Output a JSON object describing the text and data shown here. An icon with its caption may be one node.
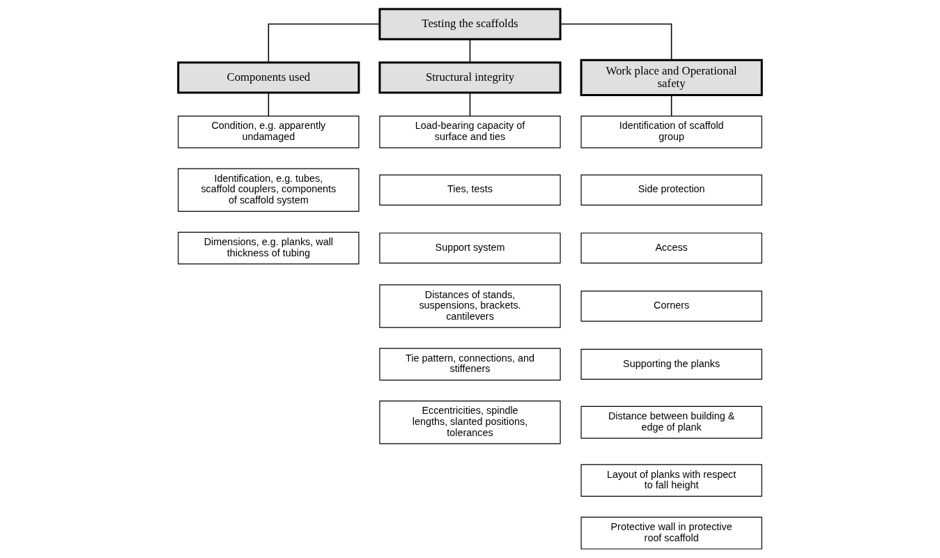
{
  "diagram": {
    "nodes": [
      {
        "text": [
          "Testing the scaffolds"
        ]
      },
      {
        "text": [
          "Components used"
        ]
      },
      {
        "text": [
          "Structural integrity"
        ]
      },
      {
        "text": [
          "Work place and Operational safety"
        ]
      },
      {
        "text": [
          "Condition, e.g. apparently undamaged"
        ]
      },
      {
        "text": [
          "Identification, e.g. tubes, scaffold couplers, components of scaffold system"
        ]
      },
      {
        "text": [
          "Dimensions, e.g. planks, wall thickness of tubing"
        ]
      },
      {
        "text": [
          "Load-bearing capacity of surface and ties"
        ]
      },
      {
        "text": [
          "Ties, tests"
        ]
      },
      {
        "text": [
          "Support system"
        ]
      },
      {
        "text": [
          "Distances of stands, suspensions, brackets. cantilevers"
        ]
      },
      {
        "text": [
          "Tie pattern, connections, and stiffeners"
        ]
      },
      {
        "text": [
          "Eccentricities, spindle lengths, slanted positions, tolerances"
        ]
      },
      {
        "text": [
          "Identification of scaffold group"
        ]
      },
      {
        "text": [
          "Side protection"
        ]
      },
      {
        "text": [
          "Access"
        ]
      },
      {
        "text": [
          "Corners"
        ]
      },
      {
        "text": [
          "Supporting the planks"
        ]
      },
      {
        "text": [
          "Distance between building & edge of plank"
        ]
      },
      {
        "text": [
          "Layout of planks with respect to fall height"
        ]
      },
      {
        "text": [
          "Protective wall in protective roof scaffold"
        ]
      }
    ],
    "edges": [
      {
        "from": 0,
        "to": 1,
        "arrow": "none"
      },
      {
        "from": 0,
        "to": 2,
        "arrow": "none"
      },
      {
        "from": 0,
        "to": 3,
        "arrow": "none"
      },
      {
        "from": 1,
        "to": 4,
        "arrow": "none"
      },
      {
        "from": 2,
        "to": 7,
        "arrow": "none"
      },
      {
        "from": 3,
        "to": 13,
        "arrow": "none"
      }
    ]
  }
}
